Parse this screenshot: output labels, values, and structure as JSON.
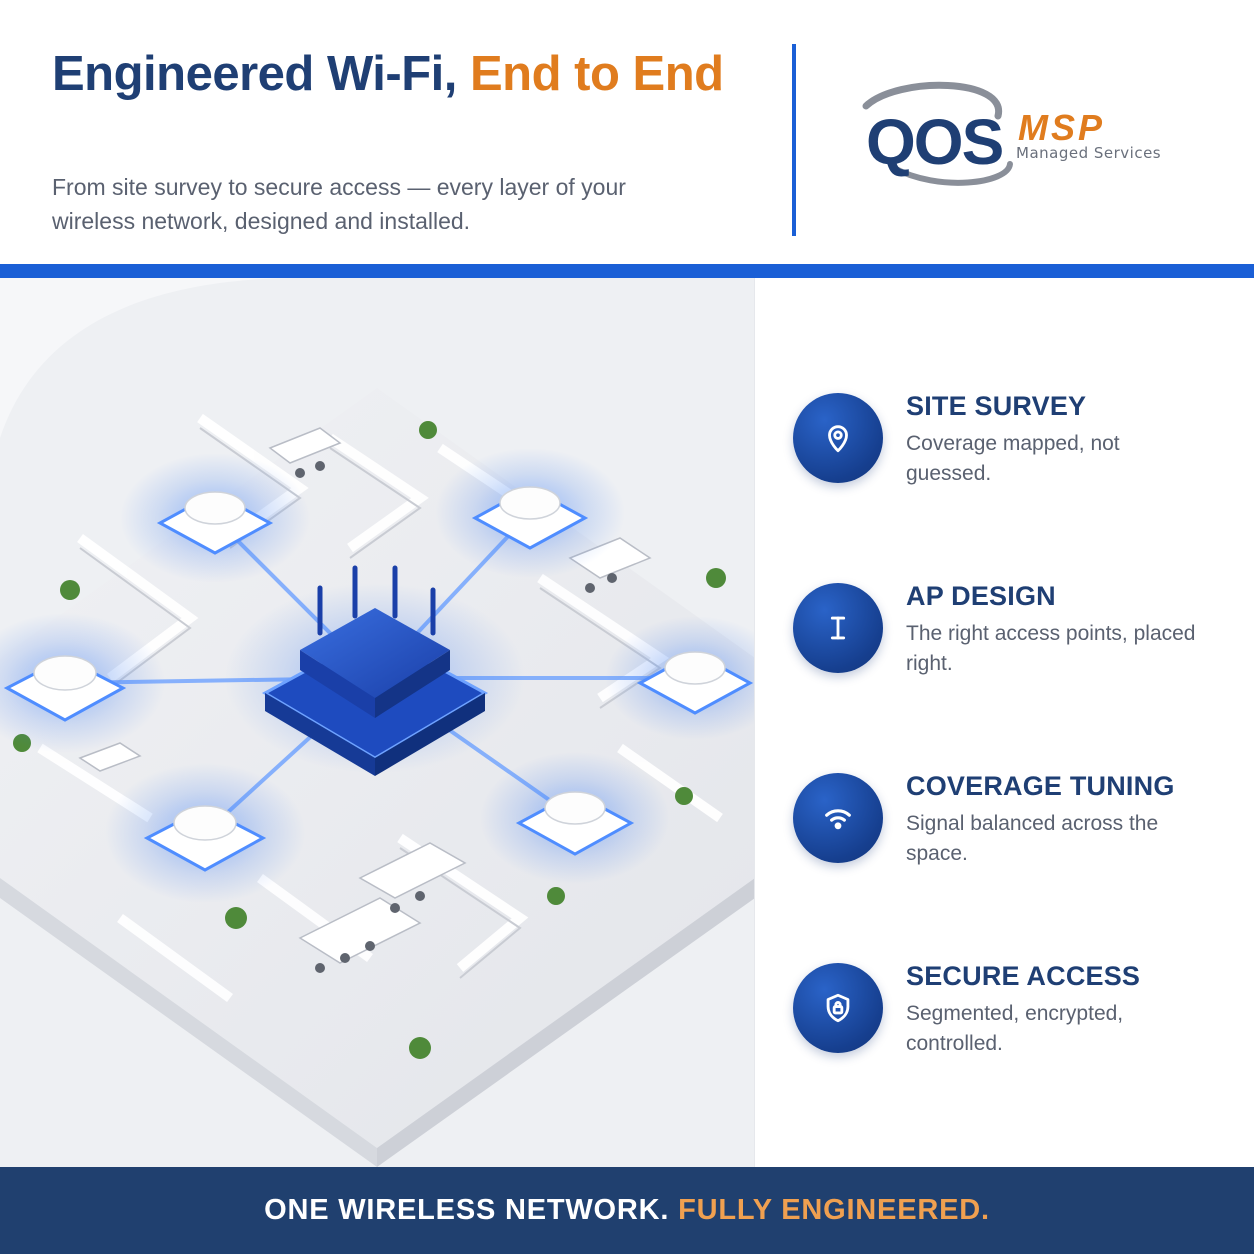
{
  "header": {
    "title_main": "Engineered Wi-Fi, ",
    "title_accent": "End to End",
    "subtitle": "From site survey to secure access — every layer of your wireless network, designed and installed."
  },
  "logo": {
    "mark": "QOS",
    "brand": "MSP",
    "tagline": "Managed Services"
  },
  "features": [
    {
      "icon": "location-pin-icon",
      "title": "SITE SURVEY",
      "desc": "Coverage mapped, not guessed."
    },
    {
      "icon": "access-point-icon",
      "title": "AP DESIGN",
      "desc": "The right access points, placed right."
    },
    {
      "icon": "wifi-icon",
      "title": "COVERAGE TUNING",
      "desc": "Signal balanced across the space."
    },
    {
      "icon": "shield-lock-icon",
      "title": "SECURE ACCESS",
      "desc": "Segmented, encrypted, controlled."
    }
  ],
  "footer": {
    "main": "ONE WIRELESS NETWORK. ",
    "accent": "FULLY ENGINEERED."
  },
  "colors": {
    "navy": "#1f3f74",
    "orange": "#e07c1e",
    "blue": "#1a5fd6",
    "footer_bg": "#20406f",
    "footer_accent": "#f0a050"
  }
}
